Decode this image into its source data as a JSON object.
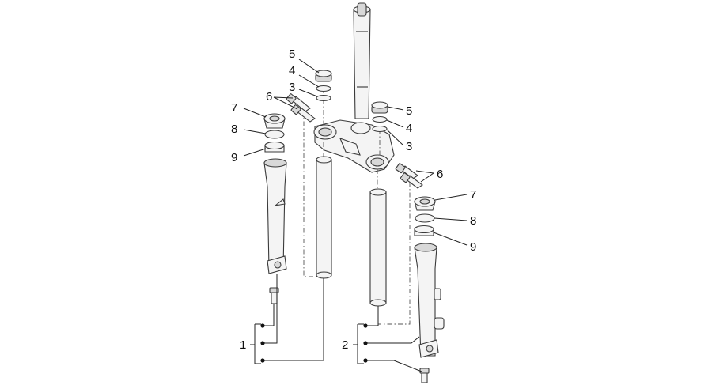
{
  "callouts": {
    "left": {
      "5": "5",
      "4": "4",
      "3": "3",
      "6": "6",
      "7": "7",
      "8": "8",
      "9": "9",
      "1": "1"
    },
    "right": {
      "5": "5",
      "4": "4",
      "3": "3",
      "6": "6",
      "7": "7",
      "8": "8",
      "9": "9",
      "2": "2"
    }
  },
  "colors": {
    "line": "#3a3a3a",
    "fill": "#f4f4f4",
    "text": "#111111"
  }
}
